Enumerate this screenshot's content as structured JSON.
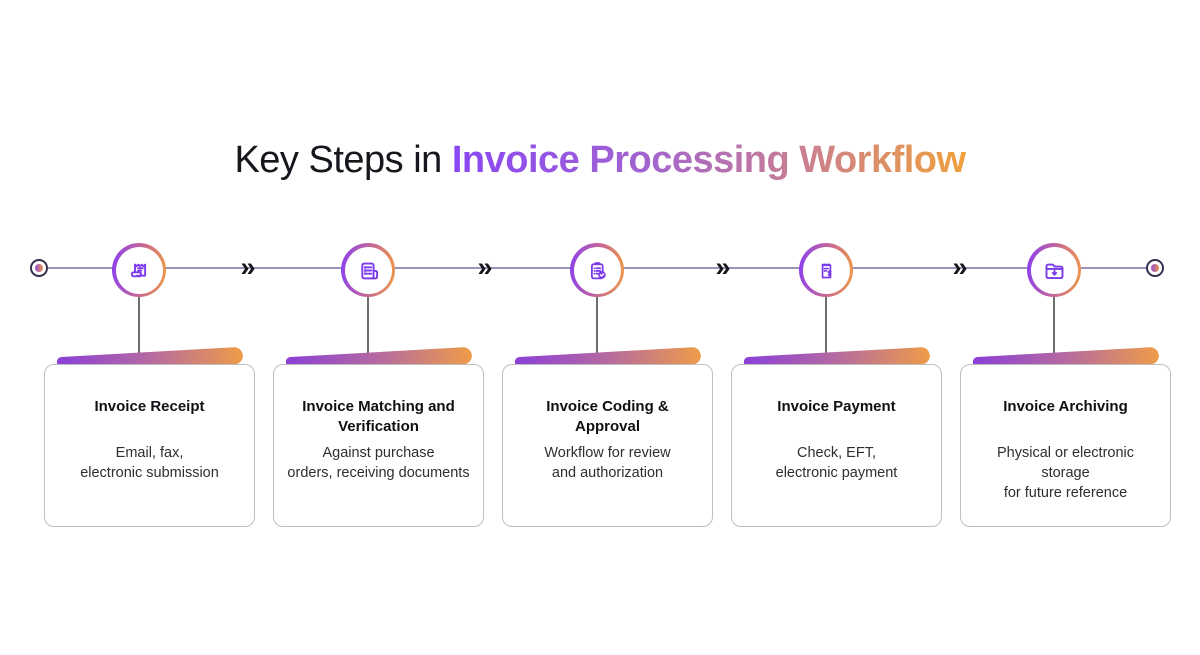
{
  "title": {
    "prefix": "Key Steps in ",
    "highlight": "Invoice Processing Workflow"
  },
  "colors": {
    "accent_purple": "#8a46f5",
    "accent_orange": "#f0a03c",
    "icon_purple": "#7c3aed",
    "timeline_line": "#9c92bd",
    "card_border": "#bfbfbf",
    "connector_gray": "#6e6e6e"
  },
  "timeline": {
    "chevron_glyph": "»",
    "left_endpoint_icon": "timeline-start-dot",
    "right_endpoint_icon": "timeline-end-dot"
  },
  "steps": [
    {
      "icon": "receipt-icon",
      "title": "Invoice Receipt",
      "description": "Email, fax,\nelectronic submission"
    },
    {
      "icon": "invoice-document-icon",
      "title": "Invoice Matching and\nVerification",
      "description": "Against purchase\norders, receiving documents"
    },
    {
      "icon": "clipboard-check-icon",
      "title": "Invoice Coding &\nApproval",
      "description": "Workflow for review\nand authorization"
    },
    {
      "icon": "payment-receipt-icon",
      "title": "Invoice Payment",
      "description": "Check, EFT,\nelectronic payment"
    },
    {
      "icon": "archive-folder-icon",
      "title": "Invoice Archiving",
      "description": "Physical or electronic\nstorage\nfor future reference"
    }
  ]
}
